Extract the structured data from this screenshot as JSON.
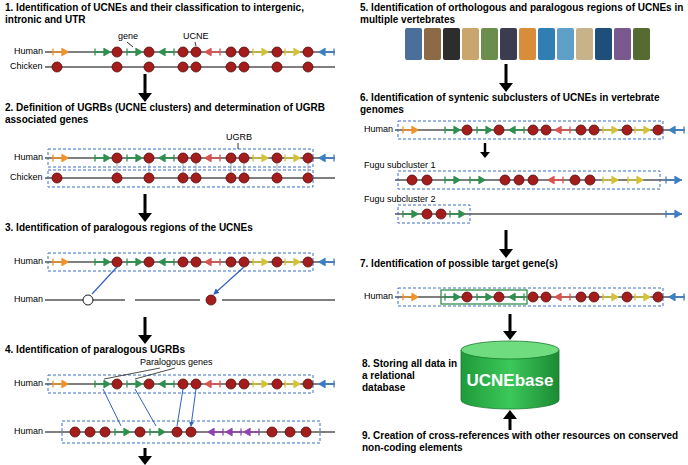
{
  "diagram": {
    "nodes": [
      {
        "text": [
          "1. Identification of UCNEs and their classification to intergenic, intronic and UTR"
        ]
      },
      {
        "text": [
          "2. Definition of UGRBs (UCNE clusters) and determination of UGRB associated genes"
        ]
      },
      {
        "text": [
          "3. Identification of paralogous regions of the UCNEs"
        ]
      },
      {
        "text": [
          "4. Identification of paralogous UGRBs"
        ]
      },
      {
        "text": [
          "5. Identification of orthologous and paralogous regions of UCNEs in multiple vertebrates"
        ]
      },
      {
        "text": [
          "6. Identification of syntenic subclusters of UCNEs in vertebrate genomes"
        ]
      },
      {
        "text": [
          "7. Identification of possible target gene(s)"
        ]
      },
      {
        "text": [
          "8. Storing all data in a relational database"
        ]
      },
      {
        "text": [
          "UCNEbase"
        ],
        "in": 7
      },
      {
        "text": [
          "9. Creation of cross-references with other resources on conserved non-coding elements"
        ]
      }
    ],
    "edges": [
      {
        "from": 0,
        "to": 1,
        "arrow": "to"
      },
      {
        "from": 1,
        "to": 2,
        "arrow": "to"
      },
      {
        "from": 2,
        "to": 3,
        "arrow": "to"
      },
      {
        "from": 4,
        "to": 5,
        "arrow": "to"
      },
      {
        "from": 5,
        "to": 6,
        "arrow": "to"
      },
      {
        "from": 6,
        "to": 8,
        "arrow": "to"
      },
      {
        "from": 9,
        "to": 8,
        "arrow": "to"
      }
    ],
    "labels": [
      "gene",
      "UCNE",
      "Human",
      "Chicken",
      "UGRB",
      "Human",
      "Chicken",
      "Human",
      "Human",
      "Paralogous genes",
      "Human",
      "Human",
      "Human",
      "Fugu subcluster 1",
      "Fugu subcluster 2",
      "Human"
    ]
  }
}
